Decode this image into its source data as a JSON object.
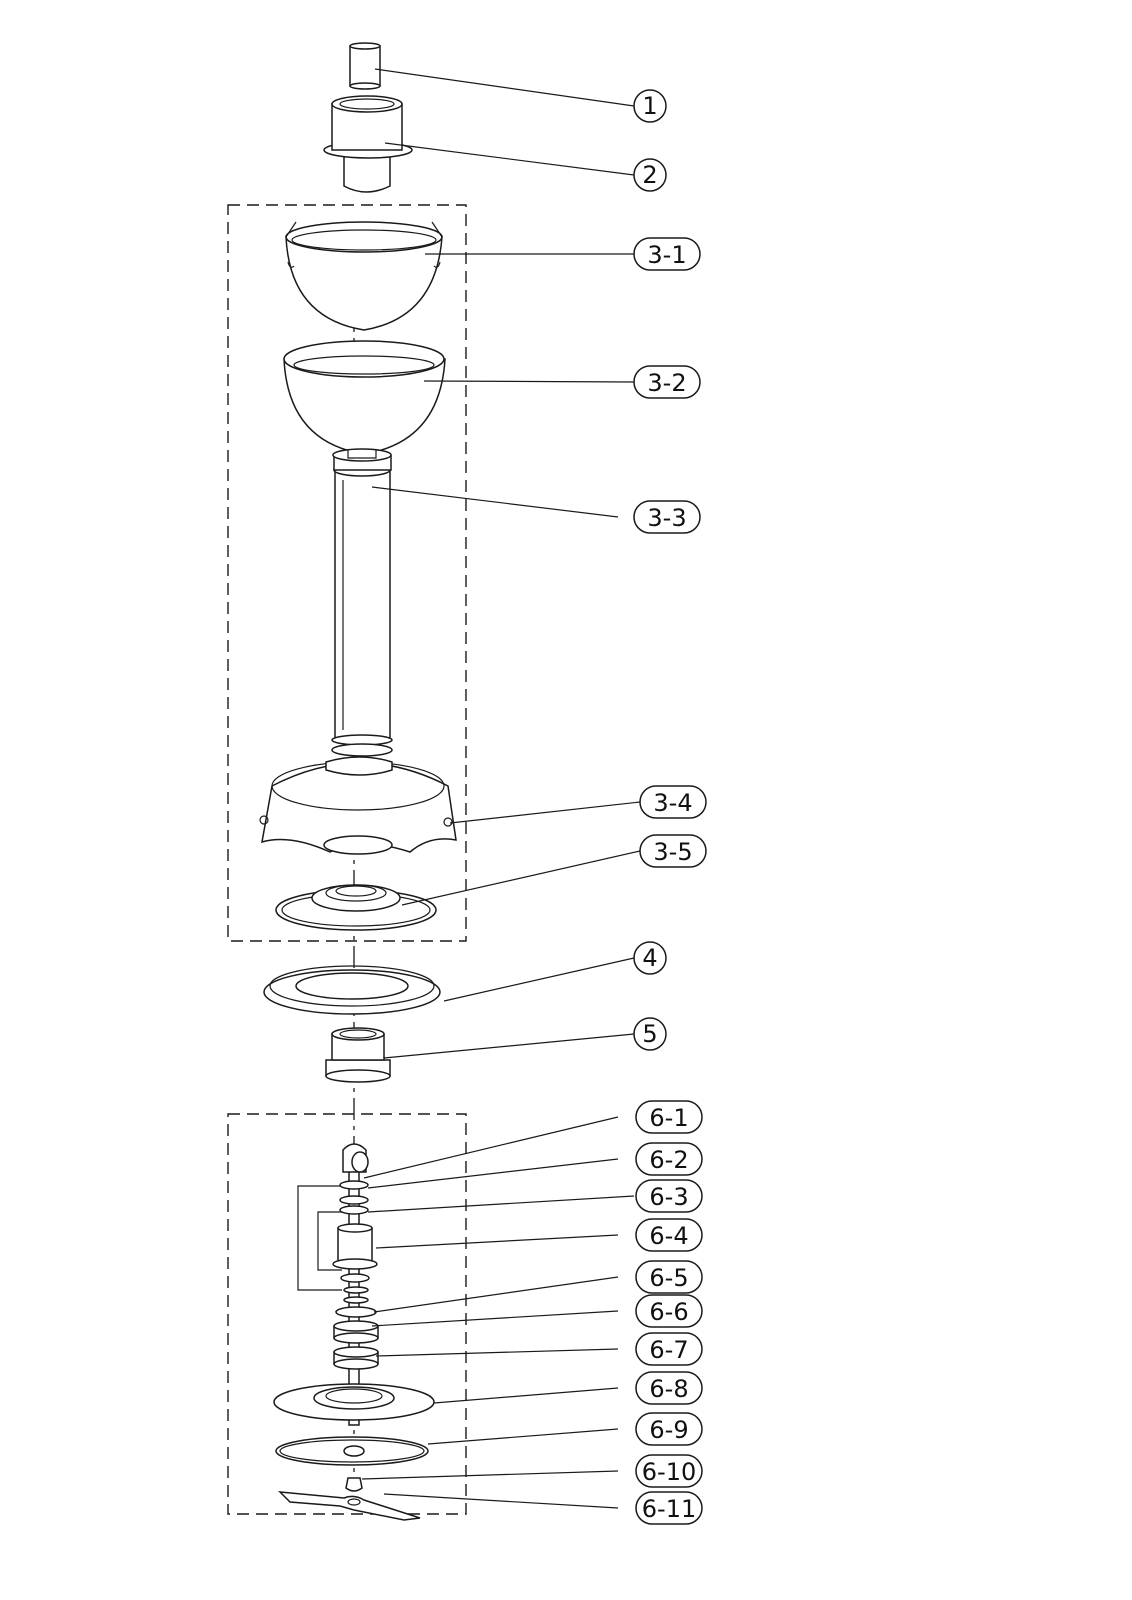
{
  "callouts": [
    {
      "id": "1",
      "label": "1"
    },
    {
      "id": "2",
      "label": "2"
    },
    {
      "id": "3-1",
      "label": "3-1"
    },
    {
      "id": "3-2",
      "label": "3-2"
    },
    {
      "id": "3-3",
      "label": "3-3"
    },
    {
      "id": "3-4",
      "label": "3-4"
    },
    {
      "id": "3-5",
      "label": "3-5"
    },
    {
      "id": "4",
      "label": "4"
    },
    {
      "id": "5",
      "label": "5"
    },
    {
      "id": "6-1",
      "label": "6-1"
    },
    {
      "id": "6-2",
      "label": "6-2"
    },
    {
      "id": "6-3",
      "label": "6-3"
    },
    {
      "id": "6-4",
      "label": "6-4"
    },
    {
      "id": "6-5",
      "label": "6-5"
    },
    {
      "id": "6-6",
      "label": "6-6"
    },
    {
      "id": "6-7",
      "label": "6-7"
    },
    {
      "id": "6-8",
      "label": "6-8"
    },
    {
      "id": "6-9",
      "label": "6-9"
    },
    {
      "id": "6-10",
      "label": "6-10"
    },
    {
      "id": "6-11",
      "label": "6-11"
    }
  ],
  "colors": {
    "line": "#1a1a1a",
    "background": "#ffffff"
  }
}
